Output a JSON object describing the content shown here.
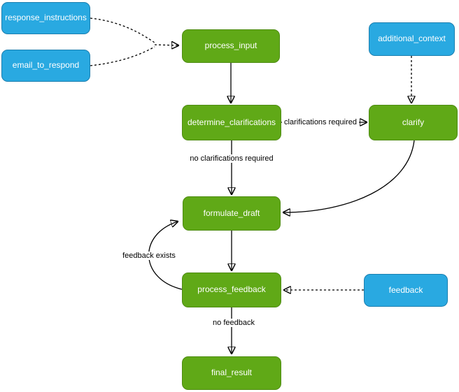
{
  "diagram": {
    "type": "flowchart",
    "background": "#FFFFFF",
    "nodes": {
      "response_instructions": {
        "label": "response_instructions",
        "kind": "input"
      },
      "email_to_respond": {
        "label": "email_to_respond",
        "kind": "input"
      },
      "process_input": {
        "label": "process_input",
        "kind": "step"
      },
      "additional_context": {
        "label": "additional_context",
        "kind": "input"
      },
      "determine_clarifications": {
        "label": "determine_clarifications",
        "kind": "step"
      },
      "clarify": {
        "label": "clarify",
        "kind": "step"
      },
      "formulate_draft": {
        "label": "formulate_draft",
        "kind": "step"
      },
      "process_feedback": {
        "label": "process_feedback",
        "kind": "step"
      },
      "feedback": {
        "label": "feedback",
        "kind": "input"
      },
      "final_result": {
        "label": "final_result",
        "kind": "step"
      }
    },
    "edge_labels": {
      "clarifications_required": "clarifications required",
      "no_clarifications_required": "no clarifications required",
      "feedback_exists": "feedback exists",
      "no_feedback": "no feedback"
    },
    "edges": [
      {
        "from": "response_instructions",
        "to": "process_input",
        "style": "dashed",
        "label": ""
      },
      {
        "from": "email_to_respond",
        "to": "process_input",
        "style": "dashed",
        "label": ""
      },
      {
        "from": "process_input",
        "to": "determine_clarifications",
        "style": "solid",
        "label": ""
      },
      {
        "from": "determine_clarifications",
        "to": "clarify",
        "style": "solid",
        "label": "clarifications required"
      },
      {
        "from": "determine_clarifications",
        "to": "formulate_draft",
        "style": "solid",
        "label": "no clarifications required"
      },
      {
        "from": "additional_context",
        "to": "clarify",
        "style": "dashed",
        "label": ""
      },
      {
        "from": "clarify",
        "to": "formulate_draft",
        "style": "solid",
        "label": ""
      },
      {
        "from": "formulate_draft",
        "to": "process_feedback",
        "style": "solid",
        "label": ""
      },
      {
        "from": "process_feedback",
        "to": "formulate_draft",
        "style": "solid",
        "label": "feedback exists"
      },
      {
        "from": "feedback",
        "to": "process_feedback",
        "style": "dashed",
        "label": ""
      },
      {
        "from": "process_feedback",
        "to": "final_result",
        "style": "solid",
        "label": "no feedback"
      }
    ],
    "colors": {
      "input_node_fill": "#29A9E1",
      "input_node_border": "#1B7FB0",
      "step_node_fill": "#60A917",
      "step_node_border": "#4E8C12",
      "node_text": "#FFFFFF",
      "edge_stroke": "#000000",
      "edge_label_text": "#000000"
    }
  }
}
